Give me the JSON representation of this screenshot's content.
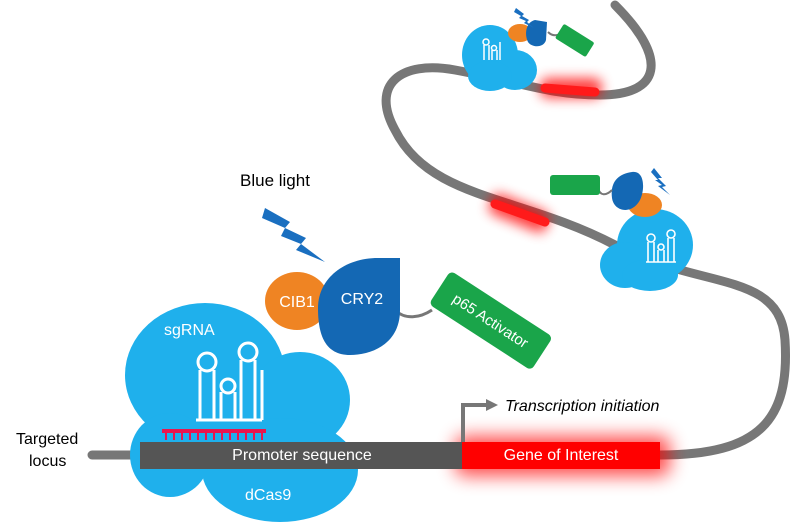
{
  "labels": {
    "blue_light": "Blue light",
    "cib1": "CIB1",
    "cry2": "CRY2",
    "p65": "p65 Activator",
    "sgrna": "sgRNA",
    "dcas9": "dCas9",
    "targeted_locus_line1": "Targeted",
    "targeted_locus_line2": "locus",
    "promoter": "Promoter sequence",
    "gene": "Gene of Interest",
    "transcription": "Transcription initiation"
  },
  "colors": {
    "dcas9_blue": "#1fb0ec",
    "cry2_blue": "#1468b4",
    "cib1_orange": "#ef8423",
    "p65_green": "#1aa54a",
    "dna_gray": "#777777",
    "promoter_gray": "#555555",
    "gene_red": "#ff0000",
    "lightning_blue": "#1a6fc0",
    "sgrna_pink": "#e8174f"
  },
  "icons": [
    "lightning-icon",
    "sgrna-hairpin-icon",
    "arrow-icon"
  ]
}
